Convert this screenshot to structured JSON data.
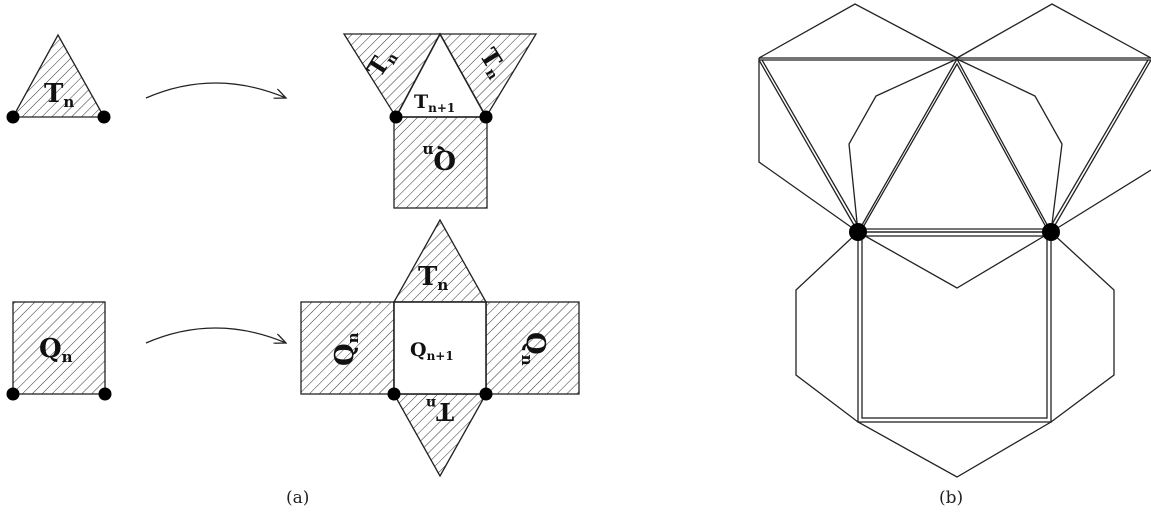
{
  "panel_a": {
    "caption": "(a)",
    "row1": {
      "source_label": "T",
      "source_sub": "n",
      "result": {
        "left_label": "T",
        "left_sub": "n",
        "right_label": "T",
        "right_sub": "n",
        "center_label": "T",
        "center_sub": "n+1",
        "bottom_label": "Q",
        "bottom_sub": "n"
      }
    },
    "row2": {
      "source_label": "Q",
      "source_sub": "n",
      "result": {
        "center_label": "Q",
        "center_sub": "n+1",
        "top_label": "T",
        "top_sub": "n",
        "left_label": "Q",
        "left_sub": "n",
        "right_label": "Q",
        "right_sub": "n",
        "bottom_label": "T",
        "bottom_sub": "n"
      }
    }
  },
  "panel_b": {
    "caption": "(b)"
  }
}
